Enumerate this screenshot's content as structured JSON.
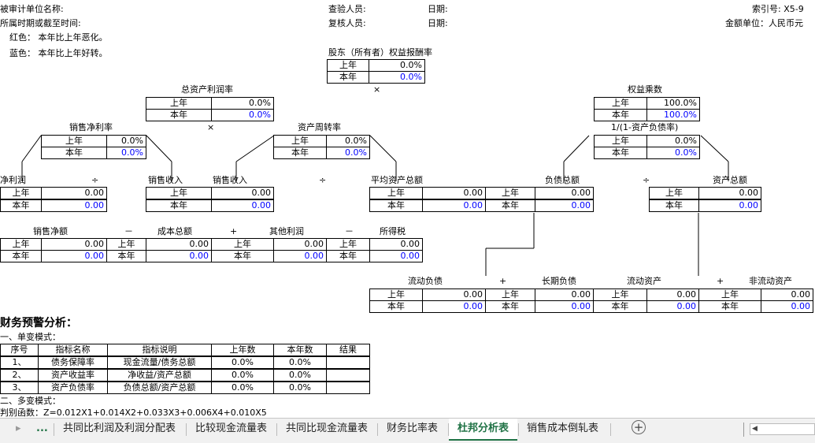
{
  "header": {
    "entity": "被审计单位名称:",
    "period": "所属时期或截至时间:",
    "red_note": "红色：  本年比上年恶化。",
    "blue_note": "蓝色：  本年比上年好转。",
    "checker": "查验人员:",
    "reviewer": "复核人员:",
    "date1": "日期:",
    "date2": "日期:",
    "index": "索引号:  X5-9",
    "unit": "金额单位：人民币元"
  },
  "labels": {
    "prev": "上年",
    "cur": "本年",
    "times": "×",
    "div": "÷",
    "plus": "+",
    "minus": "－"
  },
  "roe": {
    "title": "股东（所有者）权益报酬率",
    "prev": "0.0%",
    "cur": "0.0%"
  },
  "roa": {
    "title": "总资产利润率",
    "prev": "0.0%",
    "cur": "0.0%"
  },
  "em": {
    "title": "权益乘数",
    "prev": "100.0%",
    "cur": "100.0%"
  },
  "npm": {
    "title": "销售净利率",
    "prev": "0.0%",
    "cur": "0.0%"
  },
  "tat": {
    "title": "资产周转率",
    "prev": "0.0%",
    "cur": "0.0%"
  },
  "dr": {
    "title": "1/(1-资产负债率)",
    "prev": "0.0%",
    "cur": "0.0%"
  },
  "ni": {
    "title": "净利润",
    "prev": "0.00",
    "cur": "0.00"
  },
  "rev1": {
    "title": "销售收入",
    "prev": "0.00",
    "cur": "0.00"
  },
  "rev2": {
    "title": "销售收入",
    "prev": "0.00",
    "cur": "0.00"
  },
  "ata": {
    "title": "平均资产总额",
    "prev": "0.00",
    "cur": "0.00"
  },
  "tl": {
    "title": "负债总额",
    "prev": "0.00",
    "cur": "0.00"
  },
  "ta": {
    "title": "资产总额",
    "prev": "0.00",
    "cur": "0.00"
  },
  "sales": {
    "title": "销售净额",
    "prev": "0.00",
    "cur": "0.00"
  },
  "cost": {
    "title": "成本总额",
    "prev": "0.00",
    "cur": "0.00"
  },
  "other": {
    "title": "其他利润",
    "prev": "0.00",
    "cur": "0.00"
  },
  "tax": {
    "title": "所得税",
    "prev": "0.00",
    "cur": "0.00"
  },
  "cl": {
    "title": "流动负债",
    "prev": "0.00",
    "cur": "0.00"
  },
  "ltl": {
    "title": "长期负债",
    "prev": "0.00",
    "cur": "0.00"
  },
  "ca": {
    "title": "流动资产",
    "prev": "0.00",
    "cur": "0.00"
  },
  "nca": {
    "title": "非流动资产",
    "prev": "0.00",
    "cur": "0.00"
  },
  "analysis": {
    "title": "财务预警分析：",
    "single": "一、单变模式：",
    "multi": "二、多变模式：",
    "formula": "判别函数：Z=0.012X1+0.014X2+0.033X3+0.006X4+0.010X5",
    "headers": [
      "序号",
      "指标名称",
      "指标说明",
      "上年数",
      "本年数",
      "结果"
    ],
    "rows": [
      [
        "1、",
        "债务保障率",
        "现金流量/债务总额",
        "0.0%",
        "0.0%",
        ""
      ],
      [
        "2、",
        "资产收益率",
        "净收益/资产总额",
        "0.0%",
        "0.0%",
        ""
      ],
      [
        "3、",
        "资产负债率",
        "负债总额/资产总额",
        "0.0%",
        "0.0%",
        ""
      ]
    ]
  },
  "tabs": {
    "more": "...",
    "items": [
      "共同比利润及利润分配表",
      "比较现金流量表",
      "共同比现金流量表",
      "财务比率表",
      "杜邦分析表",
      "销售成本倒轧表"
    ],
    "active": 4,
    "add": "+"
  }
}
